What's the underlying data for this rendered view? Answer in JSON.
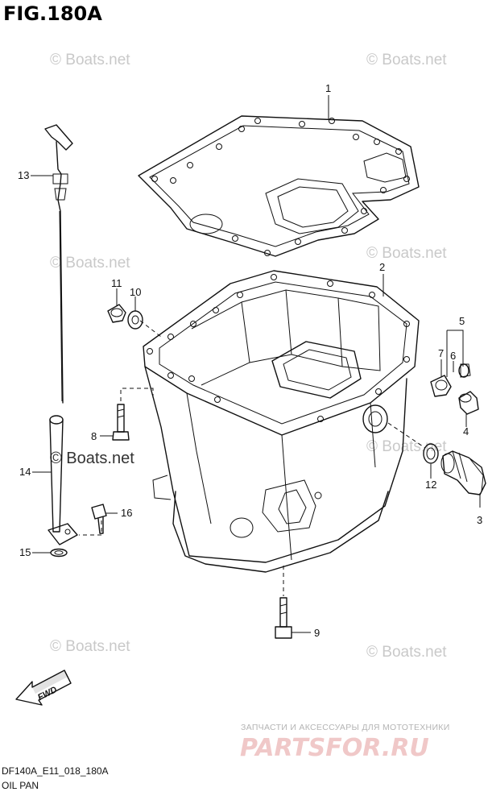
{
  "figure": {
    "title": "FIG.180A",
    "code": "DF140A_E11_018_180A",
    "caption": "OIL PAN"
  },
  "watermarks": {
    "boats": "© Boats.net",
    "ru_text": "ЗАПЧАСТИ И АКСЕССУАРЫ ДЛЯ МОТОТЕХНИКИ",
    "brand": "PARTSFOR.RU"
  },
  "direction": {
    "label": "FWD",
    "icon": "fwd-arrow-icon"
  },
  "callouts": [
    "1",
    "2",
    "3",
    "4",
    "5",
    "6",
    "7",
    "8",
    "9",
    "10",
    "11",
    "12",
    "13",
    "14",
    "15",
    "16"
  ]
}
